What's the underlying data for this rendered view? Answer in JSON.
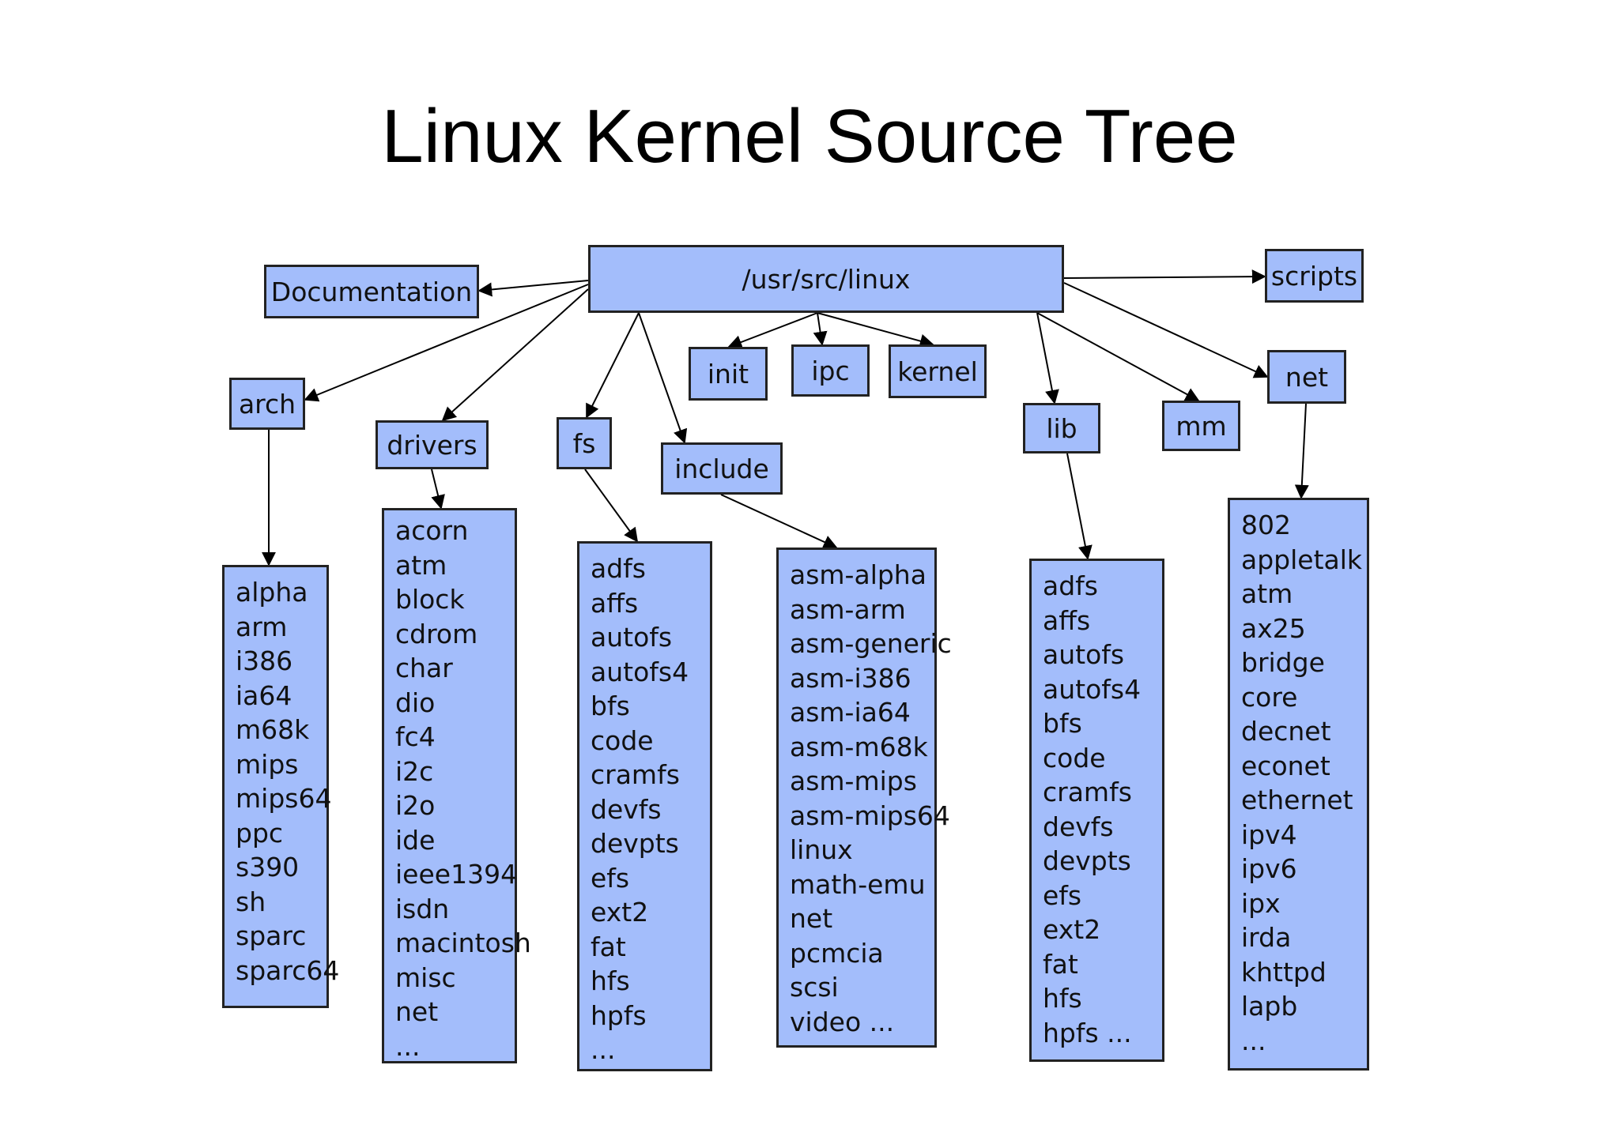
{
  "title": "Linux Kernel Source Tree",
  "colors": {
    "box_fill": "#a3bdfb",
    "box_border": "#222222",
    "link": "#000000"
  },
  "nodes": {
    "root": "/usr/src/linux",
    "documentation": "Documentation",
    "scripts": "scripts",
    "arch": "arch",
    "drivers": "drivers",
    "fs": "fs",
    "include": "include",
    "init": "init",
    "ipc": "ipc",
    "kernel": "kernel",
    "lib": "lib",
    "mm": "mm",
    "net": "net"
  },
  "lists": {
    "arch": [
      "alpha",
      "arm",
      "i386",
      "ia64",
      "m68k",
      "mips",
      "mips64",
      "ppc",
      "s390",
      "sh",
      "sparc",
      "sparc64"
    ],
    "drivers": [
      "acorn",
      "atm",
      "block",
      "cdrom",
      "char",
      "dio",
      "fc4",
      "i2c",
      "i2o",
      "ide",
      "ieee1394",
      "isdn",
      "macintosh",
      "misc",
      "net",
      "..."
    ],
    "fs": [
      "adfs",
      "affs",
      "autofs",
      "autofs4",
      "bfs",
      "code",
      "cramfs",
      "devfs",
      "devpts",
      "efs",
      "ext2",
      "fat",
      "hfs",
      "hpfs",
      "..."
    ],
    "include": [
      "asm-alpha",
      "asm-arm",
      "asm-generic",
      "asm-i386",
      "asm-ia64",
      "asm-m68k",
      "asm-mips",
      "asm-mips64",
      "linux",
      "math-emu",
      "net",
      "pcmcia",
      "scsi",
      "video ..."
    ],
    "lib": [
      "adfs",
      "affs",
      "autofs",
      "autofs4",
      "bfs",
      "code",
      "cramfs",
      "devfs",
      "devpts",
      "efs",
      "ext2",
      "fat",
      "hfs",
      "hpfs ..."
    ],
    "net": [
      "802",
      "appletalk",
      "atm",
      "ax25",
      "bridge",
      "core",
      "decnet",
      "econet",
      "ethernet",
      "ipv4",
      "ipv6",
      "ipx",
      "irda",
      "khttpd",
      "lapb",
      "..."
    ]
  }
}
